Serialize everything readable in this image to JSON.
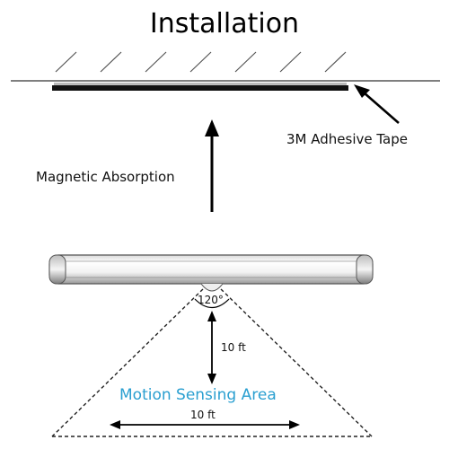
{
  "title": "Installation",
  "labels": {
    "tape": "3M Adhesive Tape",
    "magnetic": "Magnetic Absorption",
    "angle": "120°",
    "height": "10 ft",
    "area": "Motion Sensing Area",
    "width": "10 ft"
  },
  "colors": {
    "line": "#000000",
    "wall": "#555555",
    "accent": "#2a9fd0"
  }
}
